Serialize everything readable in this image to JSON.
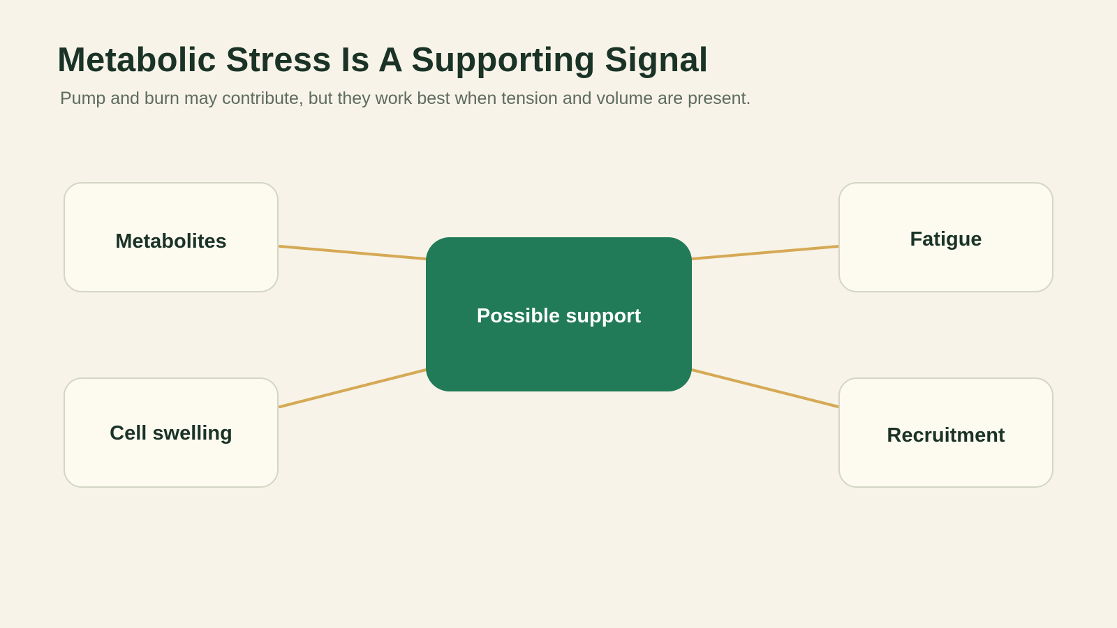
{
  "slide": {
    "title": "Metabolic Stress Is A Supporting Signal",
    "subtitle": "Pump and burn may contribute, but they work best when tension and volume are present."
  },
  "diagram": {
    "center": "Possible support",
    "nodes": {
      "top_left": "Metabolites",
      "top_right": "Fatigue",
      "bottom_left": "Cell swelling",
      "bottom_right": "Recruitment"
    }
  },
  "colors": {
    "background": "#f7f3e8",
    "title": "#1a3326",
    "subtitle": "#5e6b5f",
    "center_fill": "#217a58",
    "node_fill": "#fdfaf0",
    "node_border": "#d3d6c4",
    "connector": "#d5a955"
  }
}
